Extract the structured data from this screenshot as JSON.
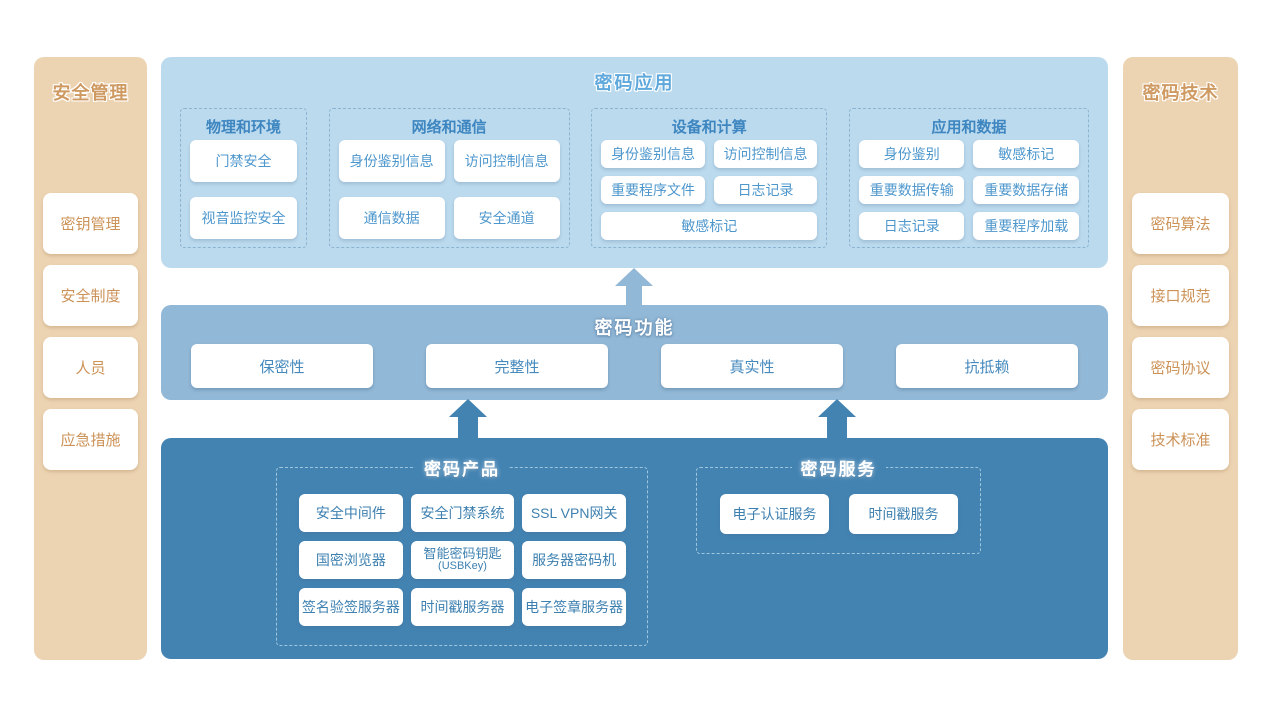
{
  "palette": {
    "app_band_bg": "#bcdaee",
    "function_band_bg": "#92b8d7",
    "foundation_band_bg": "#4383b2",
    "sidebar_bg": "#ecd3b2",
    "blue_text": "#4e97cc",
    "orange_text": "#cc9257"
  },
  "sidebar_left": {
    "title": "安全管理",
    "items": [
      "密钥管理",
      "安全制度",
      "人员",
      "应急措施"
    ]
  },
  "sidebar_right": {
    "title": "密码技术",
    "items": [
      "密码算法",
      "接口规范",
      "密码协议",
      "技术标准"
    ]
  },
  "application_band": {
    "title": "密码应用",
    "groups": [
      {
        "title": "物理和环境",
        "items": [
          "门禁安全",
          "视音监控安全"
        ]
      },
      {
        "title": "网络和通信",
        "items": [
          "身份鉴别信息",
          "访问控制信息",
          "通信数据",
          "安全通道"
        ]
      },
      {
        "title": "设备和计算",
        "items": [
          "身份鉴别信息",
          "访问控制信息",
          "重要程序文件",
          "日志记录",
          "敏感标记"
        ]
      },
      {
        "title": "应用和数据",
        "items": [
          "身份鉴别",
          "敏感标记",
          "重要数据传输",
          "重要数据存储",
          "日志记录",
          "重要程序加载"
        ]
      }
    ]
  },
  "function_band": {
    "title": "密码功能",
    "items": [
      "保密性",
      "完整性",
      "真实性",
      "抗抵赖"
    ]
  },
  "foundation_band": {
    "products": {
      "title": "密码产品",
      "items": [
        "安全中间件",
        "安全门禁系统",
        "SSL VPN网关",
        "国密浏览器",
        "智能密码钥匙",
        "服务器密码机",
        "签名验签服务器",
        "时间戳服务器",
        "电子签章服务器"
      ],
      "usbkey_sub": "(USBKey)"
    },
    "services": {
      "title": "密码服务",
      "items": [
        "电子认证服务",
        "时间戳服务"
      ]
    }
  }
}
